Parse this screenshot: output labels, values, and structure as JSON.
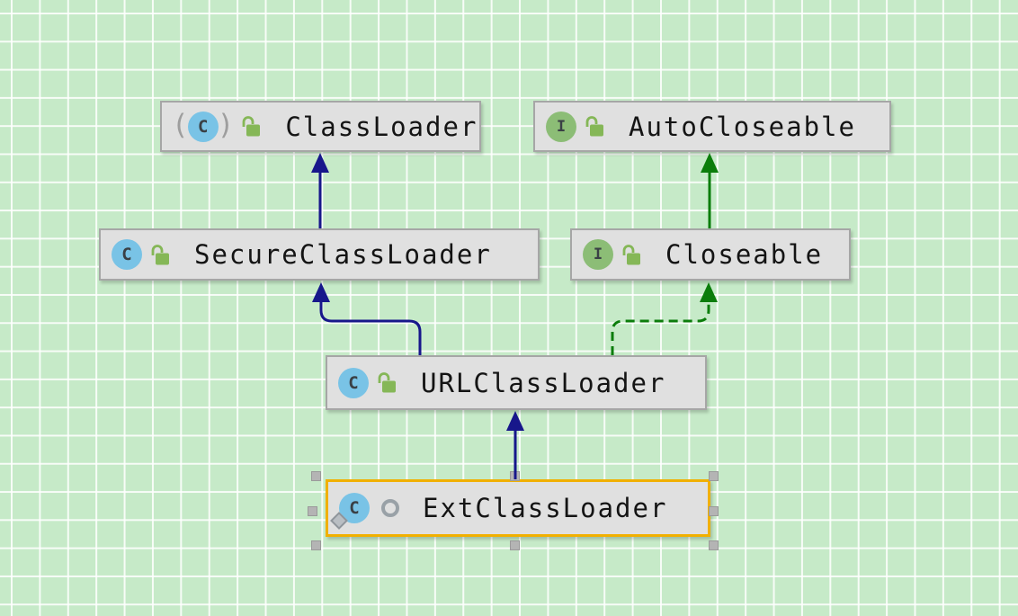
{
  "diagram": {
    "tool": "uml-class-diagram",
    "abstract_markers": {
      "left": "(",
      "right": ")"
    },
    "nodes": [
      {
        "id": "classloader",
        "label": "ClassLoader",
        "kind": "class",
        "abstract": true,
        "visibility": "public",
        "selected": false,
        "icon_letter": "C"
      },
      {
        "id": "autocloseable",
        "label": "AutoCloseable",
        "kind": "interface",
        "abstract": false,
        "visibility": "public",
        "selected": false,
        "icon_letter": "I"
      },
      {
        "id": "secureclassloader",
        "label": "SecureClassLoader",
        "kind": "class",
        "abstract": false,
        "visibility": "public",
        "selected": false,
        "icon_letter": "C"
      },
      {
        "id": "closeable",
        "label": "Closeable",
        "kind": "interface",
        "abstract": false,
        "visibility": "public",
        "selected": false,
        "icon_letter": "I"
      },
      {
        "id": "urlclassloader",
        "label": "URLClassLoader",
        "kind": "class",
        "abstract": false,
        "visibility": "public",
        "selected": false,
        "icon_letter": "C"
      },
      {
        "id": "extclassloader",
        "label": "ExtClassLoader",
        "kind": "class",
        "static": true,
        "visibility": "package-private",
        "selected": true,
        "icon_letter": "C"
      }
    ],
    "edges": [
      {
        "from": "SecureClassLoader",
        "to": "ClassLoader",
        "type": "extends",
        "line": "solid",
        "color": "#17178b"
      },
      {
        "from": "Closeable",
        "to": "AutoCloseable",
        "type": "extends",
        "line": "solid",
        "color": "#0b7d0b"
      },
      {
        "from": "URLClassLoader",
        "to": "SecureClassLoader",
        "type": "extends",
        "line": "solid",
        "color": "#17178b"
      },
      {
        "from": "URLClassLoader",
        "to": "Closeable",
        "type": "implements",
        "line": "dashed",
        "color": "#0b7d0b"
      },
      {
        "from": "ExtClassLoader",
        "to": "URLClassLoader",
        "type": "extends",
        "line": "solid",
        "color": "#17178b"
      }
    ],
    "colors": {
      "canvas_bg": "#c6eac8",
      "grid_line": "#ffffff",
      "node_bg": "#e0e0e0",
      "node_border": "#a6a6a6",
      "selection_border": "#f1b000",
      "class_icon_bg": "#79c3e6",
      "interface_icon_bg": "#8cbd76",
      "lock_green": "#85b757",
      "extends_class_edge": "#17178b",
      "extends_interface_edge": "#0b7d0b",
      "handle_gray": "#b4b4b4"
    }
  }
}
